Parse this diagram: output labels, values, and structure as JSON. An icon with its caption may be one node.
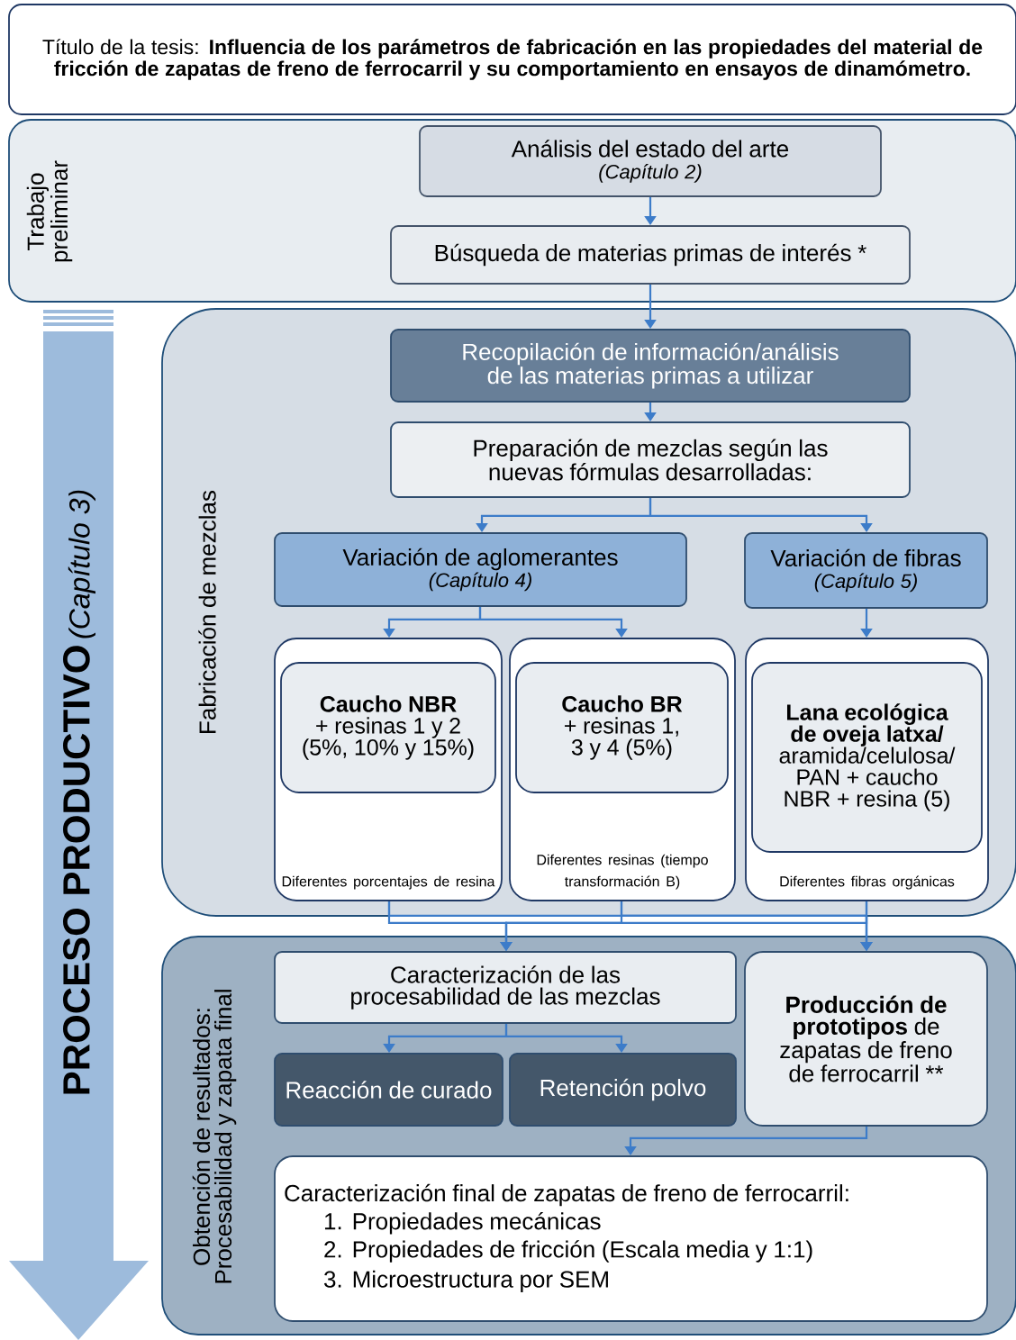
{
  "diagram": {
    "nodes": [
      {
        "text": [
          "Título de la tesis: **Influencia de los parámetros de fabricación en las propiedades del material de fricción de zapatas de freno de ferrocarril y su comportamiento en ensayos de dinamómetro.**"
        ]
      },
      {
        "text": [
          "Trabajo preliminar"
        ]
      },
      {
        "text": [
          "Análisis del estado del arte",
          "(Capítulo 2)"
        ],
        "in": 1
      },
      {
        "text": [
          "Búsqueda de materias primas de interés *"
        ],
        "in": 1
      },
      {
        "text": [
          "PROCESO PRODUCTIVO",
          "(Capítulo 3)"
        ]
      },
      {
        "text": [
          "Fabricación de mezclas"
        ]
      },
      {
        "text": [
          "Recopilación de información/análisis de las materias primas a utilizar"
        ],
        "in": 5
      },
      {
        "text": [
          "Preparación de mezclas según las nuevas fórmulas desarrolladas:"
        ],
        "in": 5
      },
      {
        "text": [
          "Variación de aglomerantes",
          "(Capítulo 4)"
        ],
        "in": 5
      },
      {
        "text": [
          "Variación de fibras",
          "(Capítulo 5)"
        ],
        "in": 5
      },
      {
        "text": [
          "Diferentes porcentajes de resina"
        ],
        "in": 5
      },
      {
        "text": [
          "**Caucho NBR** + resinas 1 y 2 (5%, 10% y 15%)"
        ],
        "in": 10
      },
      {
        "text": [
          "Diferentes resinas (tiempo transformación B)"
        ],
        "in": 5
      },
      {
        "text": [
          "**Caucho BR** + resinas 1, 3 y 4 (5%)"
        ],
        "in": 12
      },
      {
        "text": [
          "Diferentes fibras orgánicas"
        ],
        "in": 5
      },
      {
        "text": [
          "**Lana ecológica de oveja latxa/** aramida/celulosa/ PAN + caucho NBR + resina (5)"
        ],
        "in": 14
      },
      {
        "text": [
          "Obtención de resultados: Procesabilidad y zapata final"
        ]
      },
      {
        "text": [
          "Caracterización de las procesabilidad de las mezclas"
        ],
        "in": 16
      },
      {
        "text": [
          "Reacción de curado"
        ],
        "in": 16
      },
      {
        "text": [
          "Retención polvo"
        ],
        "in": 16
      },
      {
        "text": [
          "Producción de prototipos",
          "de zapatas de freno de ferrocarril **"
        ],
        "in": 16
      },
      {
        "text": [
          "Caracterización final de zapatas de freno de ferrocarril:",
          "1. Propiedades mecánicas",
          "2. Propiedades de fricción (Escala media y 1:1)",
          "3. Microestructura por SEM"
        ],
        "in": 16
      }
    ],
    "edges": [
      {
        "from": 2,
        "to": 3,
        "arrow": "to"
      },
      {
        "from": 3,
        "to": 6,
        "arrow": "to"
      },
      {
        "from": 6,
        "to": 7,
        "arrow": "to"
      },
      {
        "from": 7,
        "to": 8,
        "arrow": "to"
      },
      {
        "from": 7,
        "to": 9,
        "arrow": "to"
      },
      {
        "from": 8,
        "to": 10,
        "arrow": "to"
      },
      {
        "from": 8,
        "to": 12,
        "arrow": "to"
      },
      {
        "from": 9,
        "to": 14,
        "arrow": "to"
      },
      {
        "from": 10,
        "to": 17,
        "arrow": "to"
      },
      {
        "from": 12,
        "to": 17,
        "arrow": "to"
      },
      {
        "from": 14,
        "to": 17,
        "arrow": "to"
      },
      {
        "from": 10,
        "to": 20,
        "arrow": "to"
      },
      {
        "from": 12,
        "to": 20,
        "arrow": "to"
      },
      {
        "from": 14,
        "to": 20,
        "arrow": "to"
      },
      {
        "from": 17,
        "to": 18,
        "arrow": "to"
      },
      {
        "from": 17,
        "to": 19,
        "arrow": "to"
      },
      {
        "from": 20,
        "to": 21,
        "arrow": "to"
      }
    ]
  }
}
